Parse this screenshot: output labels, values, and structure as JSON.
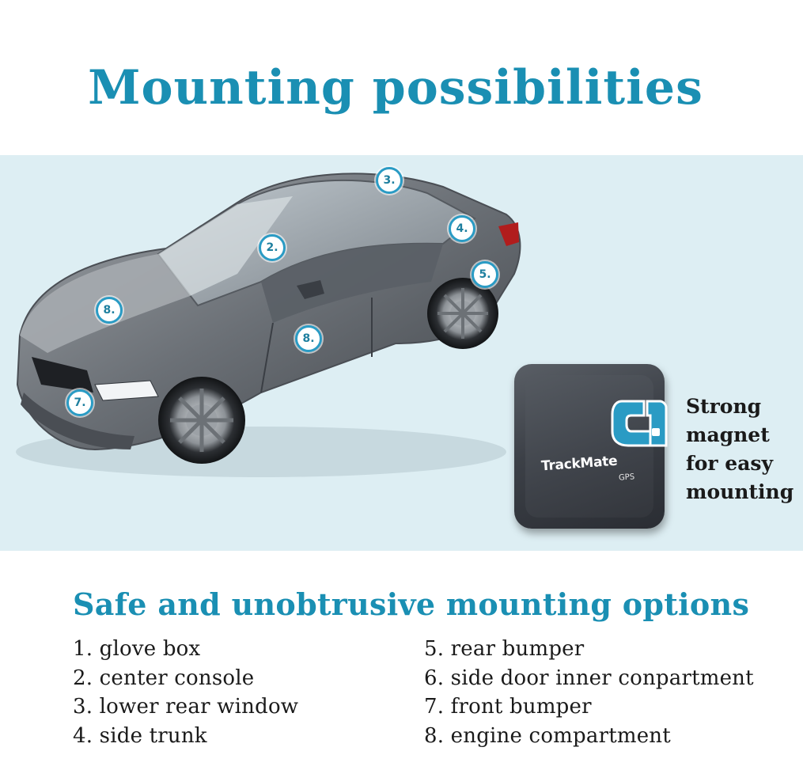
{
  "header": {
    "title": "Mounting possibilities",
    "title_color": "#1a8fb3"
  },
  "illustration": {
    "background_color": "#ddeef3",
    "marker_color": "#2a9bc4",
    "markers": [
      "3.",
      "2.",
      "4.",
      "5.",
      "8.",
      "8.",
      "7."
    ]
  },
  "device": {
    "brand": "TrackMate",
    "sub": "GPS",
    "magnet_icon": "magnet-icon",
    "magnet_caption": "Strong\nmagnet\nfor easy\nmounting"
  },
  "options": {
    "heading": "Safe and unobtrusive mounting options",
    "heading_color": "#1a8fb3",
    "left": [
      "1. glove box",
      "2. center console",
      "3. lower rear window",
      "4. side trunk"
    ],
    "right": [
      "5. rear bumper",
      "6. side door inner conpartment",
      "7. front bumper",
      "8. engine compartment"
    ]
  }
}
